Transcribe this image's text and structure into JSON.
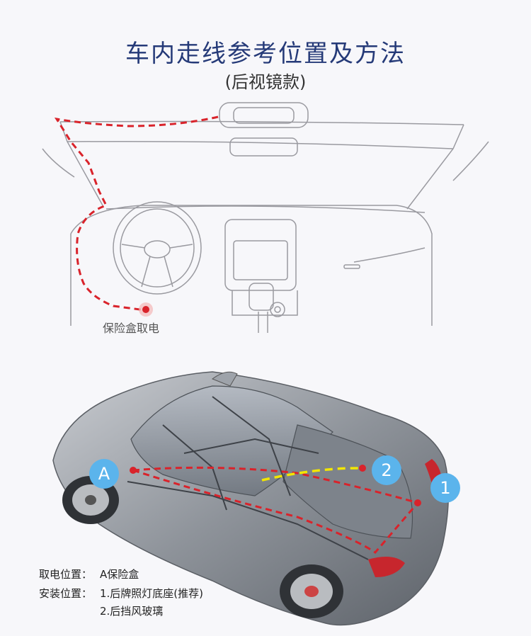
{
  "header": {
    "title": "车内走线参考位置及方法",
    "subtitle": "(后视镜款)"
  },
  "interior": {
    "fuse_label": "保险盒取电"
  },
  "car": {
    "markers": [
      {
        "id": "A",
        "label": "A"
      },
      {
        "id": "2",
        "label": "2"
      },
      {
        "id": "1",
        "label": "1"
      }
    ]
  },
  "info": {
    "power_label": "取电位置：",
    "power_value": "A保险盒",
    "install_label": "安装位置：",
    "install_item_1": "1.后牌照灯底座(推荐)",
    "install_item_2": "2.后挡风玻璃"
  },
  "colors": {
    "title": "#253a78",
    "red_route": "#d9232b",
    "yellow_route": "#f2e600",
    "marker": "#5bb4ec"
  }
}
